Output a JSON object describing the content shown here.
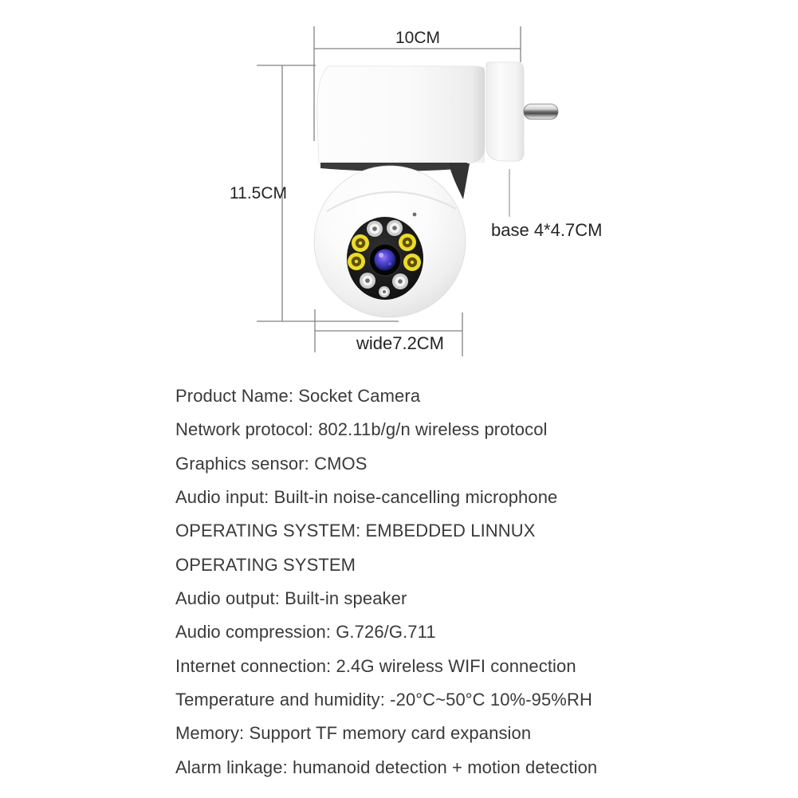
{
  "diagram": {
    "labels": {
      "top_width": "10CM",
      "height": "11.5CM",
      "base": "base 4*4.7CM",
      "bottom_width": "wide7.2CM"
    },
    "camera": {
      "description": "white socket plug wifi ptz camera",
      "led_count_yellow": 4,
      "led_count_white": 5,
      "colors": {
        "led_yellow": "#ecdc2a",
        "led_white_ring": "#cccccc",
        "face_black": "#161616",
        "lens_iris_blue": "#4a43c8",
        "dimension_line": "#828282",
        "label_text": "#252525",
        "spec_text": "#3a3a3a",
        "body_white": "#fcfcfc"
      }
    }
  },
  "specs": {
    "lines": [
      "Product Name: Socket Camera",
      "Network protocol: 802.11b/g/n wireless protocol",
      "Graphics sensor: CMOS",
      "Audio input: Built-in noise-cancelling microphone",
      "OPERATING SYSTEM: EMBEDDED LINNUX",
      "OPERATING SYSTEM",
      "Audio output: Built-in speaker",
      "Audio compression: G.726/G.711",
      "Internet connection: 2.4G wireless WIFI connection",
      "Temperature and humidity: -20°C~50°C 10%-95%RH",
      "Memory: Support TF memory card expansion",
      "Alarm linkage: humanoid detection + motion detection"
    ]
  }
}
